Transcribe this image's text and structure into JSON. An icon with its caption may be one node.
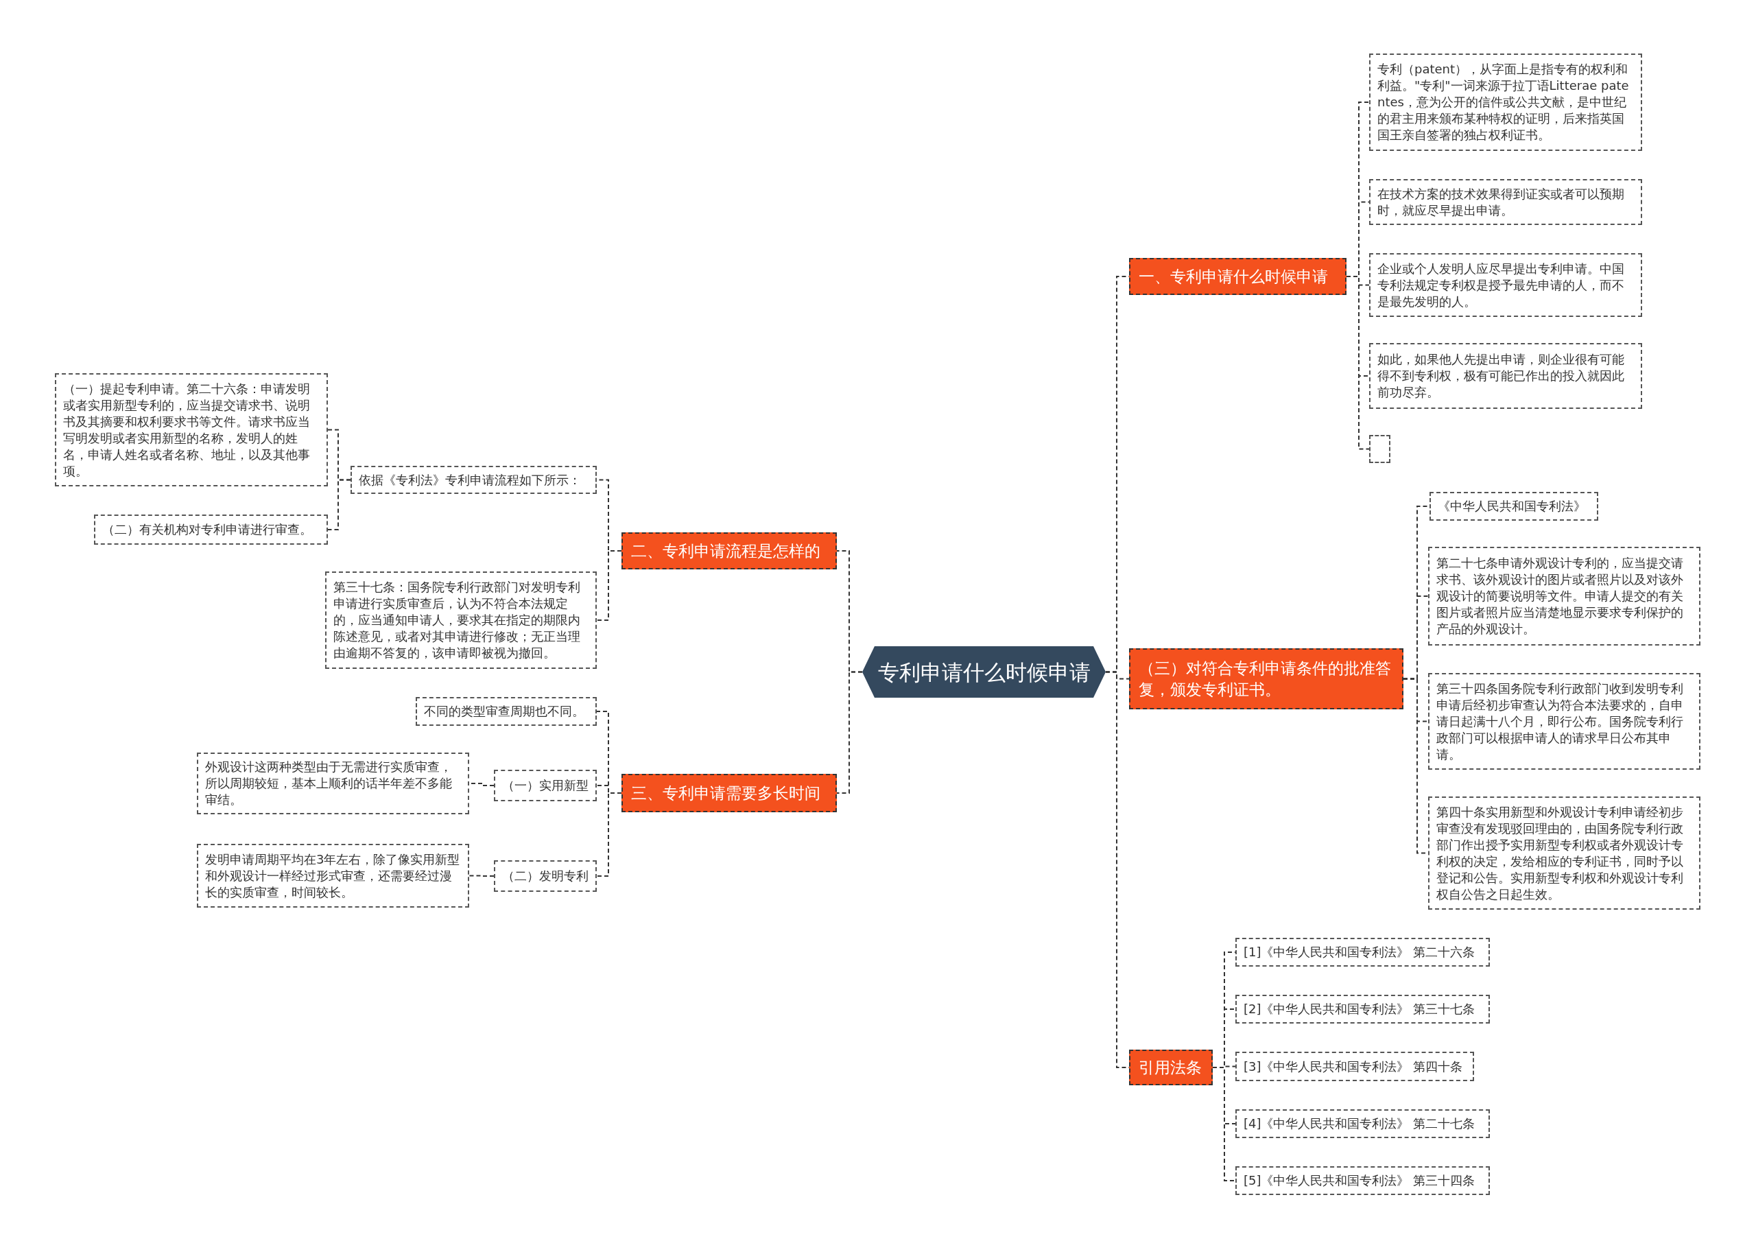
{
  "diagram": {
    "nodes": [
      {
        "text": [
          "专利申请什么时候申请"
        ]
      },
      {
        "text": [
          "一、专利申请什么时候申请"
        ]
      },
      {
        "text": [
          "专利（patent），从字面上是指专有的权利和利益。\"专利\"一词来源于拉丁语Litterae patentes，意为公开的信件或公共文献，是中世纪的君主用来颁布某种特权的证明，后来指英国国王亲自签署的独占权利证书。"
        ]
      },
      {
        "text": [
          "在技术方案的技术效果得到证实或者可以预期时，就应尽早提出申请。"
        ]
      },
      {
        "text": [
          "企业或个人发明人应尽早提出专利申请。中国专利法规定专利权是授予最先申请的人，而不是最先发明的人。"
        ]
      },
      {
        "text": [
          "如此，如果他人先提出申请，则企业很有可能得不到专利权，极有可能已作出的投入就因此前功尽弃。"
        ]
      },
      {
        "text": [],
        "shape": "box"
      },
      {
        "text": [
          "二、专利申请流程是怎样的"
        ]
      },
      {
        "text": [
          "依据《专利法》专利申请流程如下所示："
        ]
      },
      {
        "text": [
          "（一）提起专利申请。第二十六条：申请发明或者实用新型专利的，应当提交请求书、说明书及其摘要和权利要求书等文件。请求书应当写明发明或者实用新型的名称，发明人的姓名，申请人姓名或者名称、地址，以及其他事项。"
        ]
      },
      {
        "text": [
          "（二）有关机构对专利申请进行审查。"
        ]
      },
      {
        "text": [
          "第三十七条：国务院专利行政部门对发明专利申请进行实质审查后，认为不符合本法规定的，应当通知申请人，要求其在指定的期限内陈述意见，或者对其申请进行修改；无正当理由逾期不答复的，该申请即被视为撤回。"
        ]
      },
      {
        "text": [
          "三、专利申请需要多长时间"
        ]
      },
      {
        "text": [
          "不同的类型审查周期也不同。"
        ]
      },
      {
        "text": [
          "（一）实用新型"
        ]
      },
      {
        "text": [
          "外观设计这两种类型由于无需进行实质审查，所以周期较短，基本上顺利的话半年差不多能审结。"
        ]
      },
      {
        "text": [
          "（二）发明专利"
        ]
      },
      {
        "text": [
          "发明申请周期平均在3年左右，除了像实用新型和外观设计一样经过形式审查，还需要经过漫长的实质审查，时间较长。"
        ]
      },
      {
        "text": [
          "（三）对符合专利申请条件的批准答复，颁发专利证书。"
        ]
      },
      {
        "text": [
          "《中华人民共和国专利法》"
        ]
      },
      {
        "text": [
          "第二十七条申请外观设计专利的，应当提交请求书、该外观设计的图片或者照片以及对该外观设计的简要说明等文件。申请人提交的有关图片或者照片应当清楚地显示要求专利保护的产品的外观设计。"
        ]
      },
      {
        "text": [
          "第三十四条国务院专利行政部门收到发明专利申请后经初步审查认为符合本法要求的，自申请日起满十八个月，即行公布。国务院专利行政部门可以根据申请人的请求早日公布其申请。"
        ]
      },
      {
        "text": [
          "第四十条实用新型和外观设计专利申请经初步审查没有发现驳回理由的，由国务院专利行政部门作出授予实用新型专利权或者外观设计专利权的决定，发给相应的专利证书，同时予以登记和公告。实用新型专利权和外观设计专利权自公告之日起生效。"
        ]
      },
      {
        "text": [
          "引用法条"
        ]
      },
      {
        "text": [
          "[1]《中华人民共和国专利法》 第二十六条"
        ]
      },
      {
        "text": [
          "[2]《中华人民共和国专利法》 第三十七条"
        ]
      },
      {
        "text": [
          "[3]《中华人民共和国专利法》 第四十条"
        ]
      },
      {
        "text": [
          "[4]《中华人民共和国专利法》 第二十七条"
        ]
      },
      {
        "text": [
          "[5]《中华人民共和国专利法》 第三十四条"
        ]
      }
    ],
    "edges": [
      {
        "from": 0,
        "to": 1,
        "arrow": "none"
      },
      {
        "from": 0,
        "to": 7,
        "arrow": "none"
      },
      {
        "from": 0,
        "to": 12,
        "arrow": "none"
      },
      {
        "from": 0,
        "to": 18,
        "arrow": "none"
      },
      {
        "from": 0,
        "to": 23,
        "arrow": "none"
      },
      {
        "from": 1,
        "to": 2,
        "arrow": "none"
      },
      {
        "from": 1,
        "to": 3,
        "arrow": "none"
      },
      {
        "from": 1,
        "to": 4,
        "arrow": "none"
      },
      {
        "from": 1,
        "to": 5,
        "arrow": "none"
      },
      {
        "from": 1,
        "to": 6,
        "arrow": "none"
      },
      {
        "from": 7,
        "to": 8,
        "arrow": "none"
      },
      {
        "from": 7,
        "to": 11,
        "arrow": "none"
      },
      {
        "from": 8,
        "to": 9,
        "arrow": "none"
      },
      {
        "from": 8,
        "to": 10,
        "arrow": "none"
      },
      {
        "from": 12,
        "to": 13,
        "arrow": "none"
      },
      {
        "from": 12,
        "to": 14,
        "arrow": "none"
      },
      {
        "from": 12,
        "to": 16,
        "arrow": "none"
      },
      {
        "from": 14,
        "to": 15,
        "arrow": "none"
      },
      {
        "from": 16,
        "to": 17,
        "arrow": "none"
      },
      {
        "from": 18,
        "to": 19,
        "arrow": "none"
      },
      {
        "from": 18,
        "to": 20,
        "arrow": "none"
      },
      {
        "from": 18,
        "to": 21,
        "arrow": "none"
      },
      {
        "from": 18,
        "to": 22,
        "arrow": "none"
      },
      {
        "from": 23,
        "to": 24,
        "arrow": "none"
      },
      {
        "from": 23,
        "to": 25,
        "arrow": "none"
      },
      {
        "from": 23,
        "to": 26,
        "arrow": "none"
      },
      {
        "from": 23,
        "to": 27,
        "arrow": "none"
      },
      {
        "from": 23,
        "to": 28,
        "arrow": "none"
      }
    ]
  }
}
